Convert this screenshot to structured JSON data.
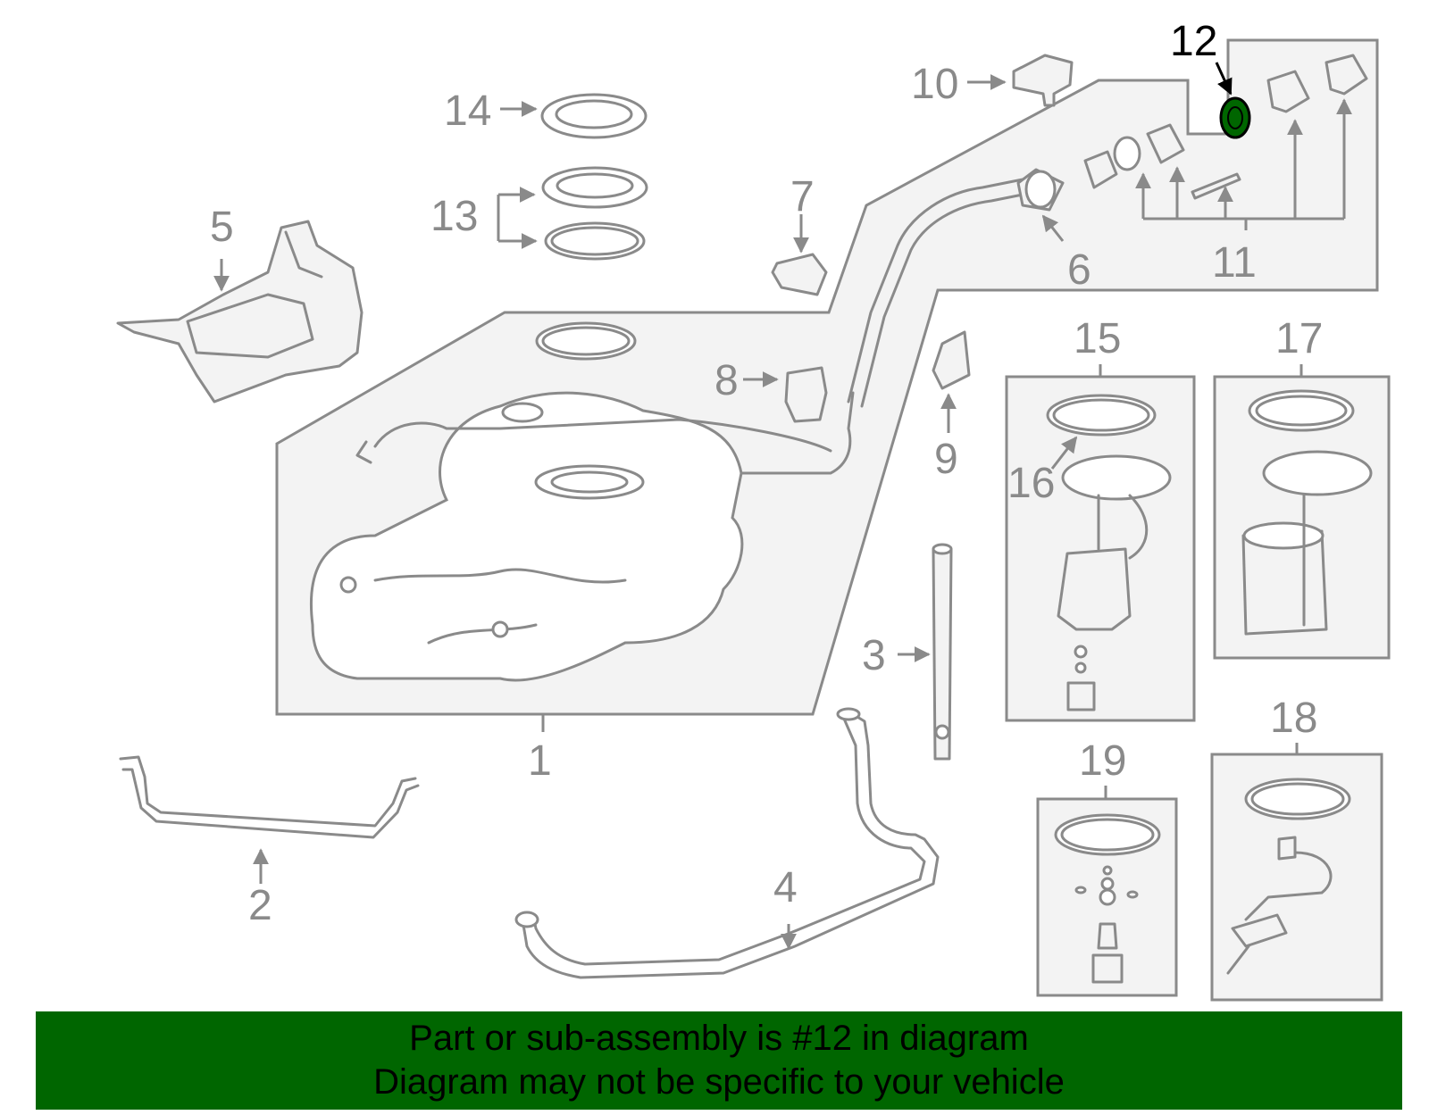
{
  "callouts": {
    "c1": "1",
    "c2": "2",
    "c3": "3",
    "c4": "4",
    "c5": "5",
    "c6": "6",
    "c7": "7",
    "c8": "8",
    "c9": "9",
    "c10": "10",
    "c11": "11",
    "c12": "12",
    "c13": "13",
    "c14": "14",
    "c15": "15",
    "c16": "16",
    "c17": "17",
    "c18": "18",
    "c19": "19"
  },
  "highlight": {
    "callout": "12",
    "color": "#006600"
  },
  "colors": {
    "line": "#8a8a8a",
    "fill": "#f3f3f3",
    "banner": "#006600",
    "highlight_label": "#000000"
  },
  "banner": {
    "line1": "Part or sub-assembly is #12 in diagram",
    "line2": "Diagram may not be specific to your vehicle"
  }
}
